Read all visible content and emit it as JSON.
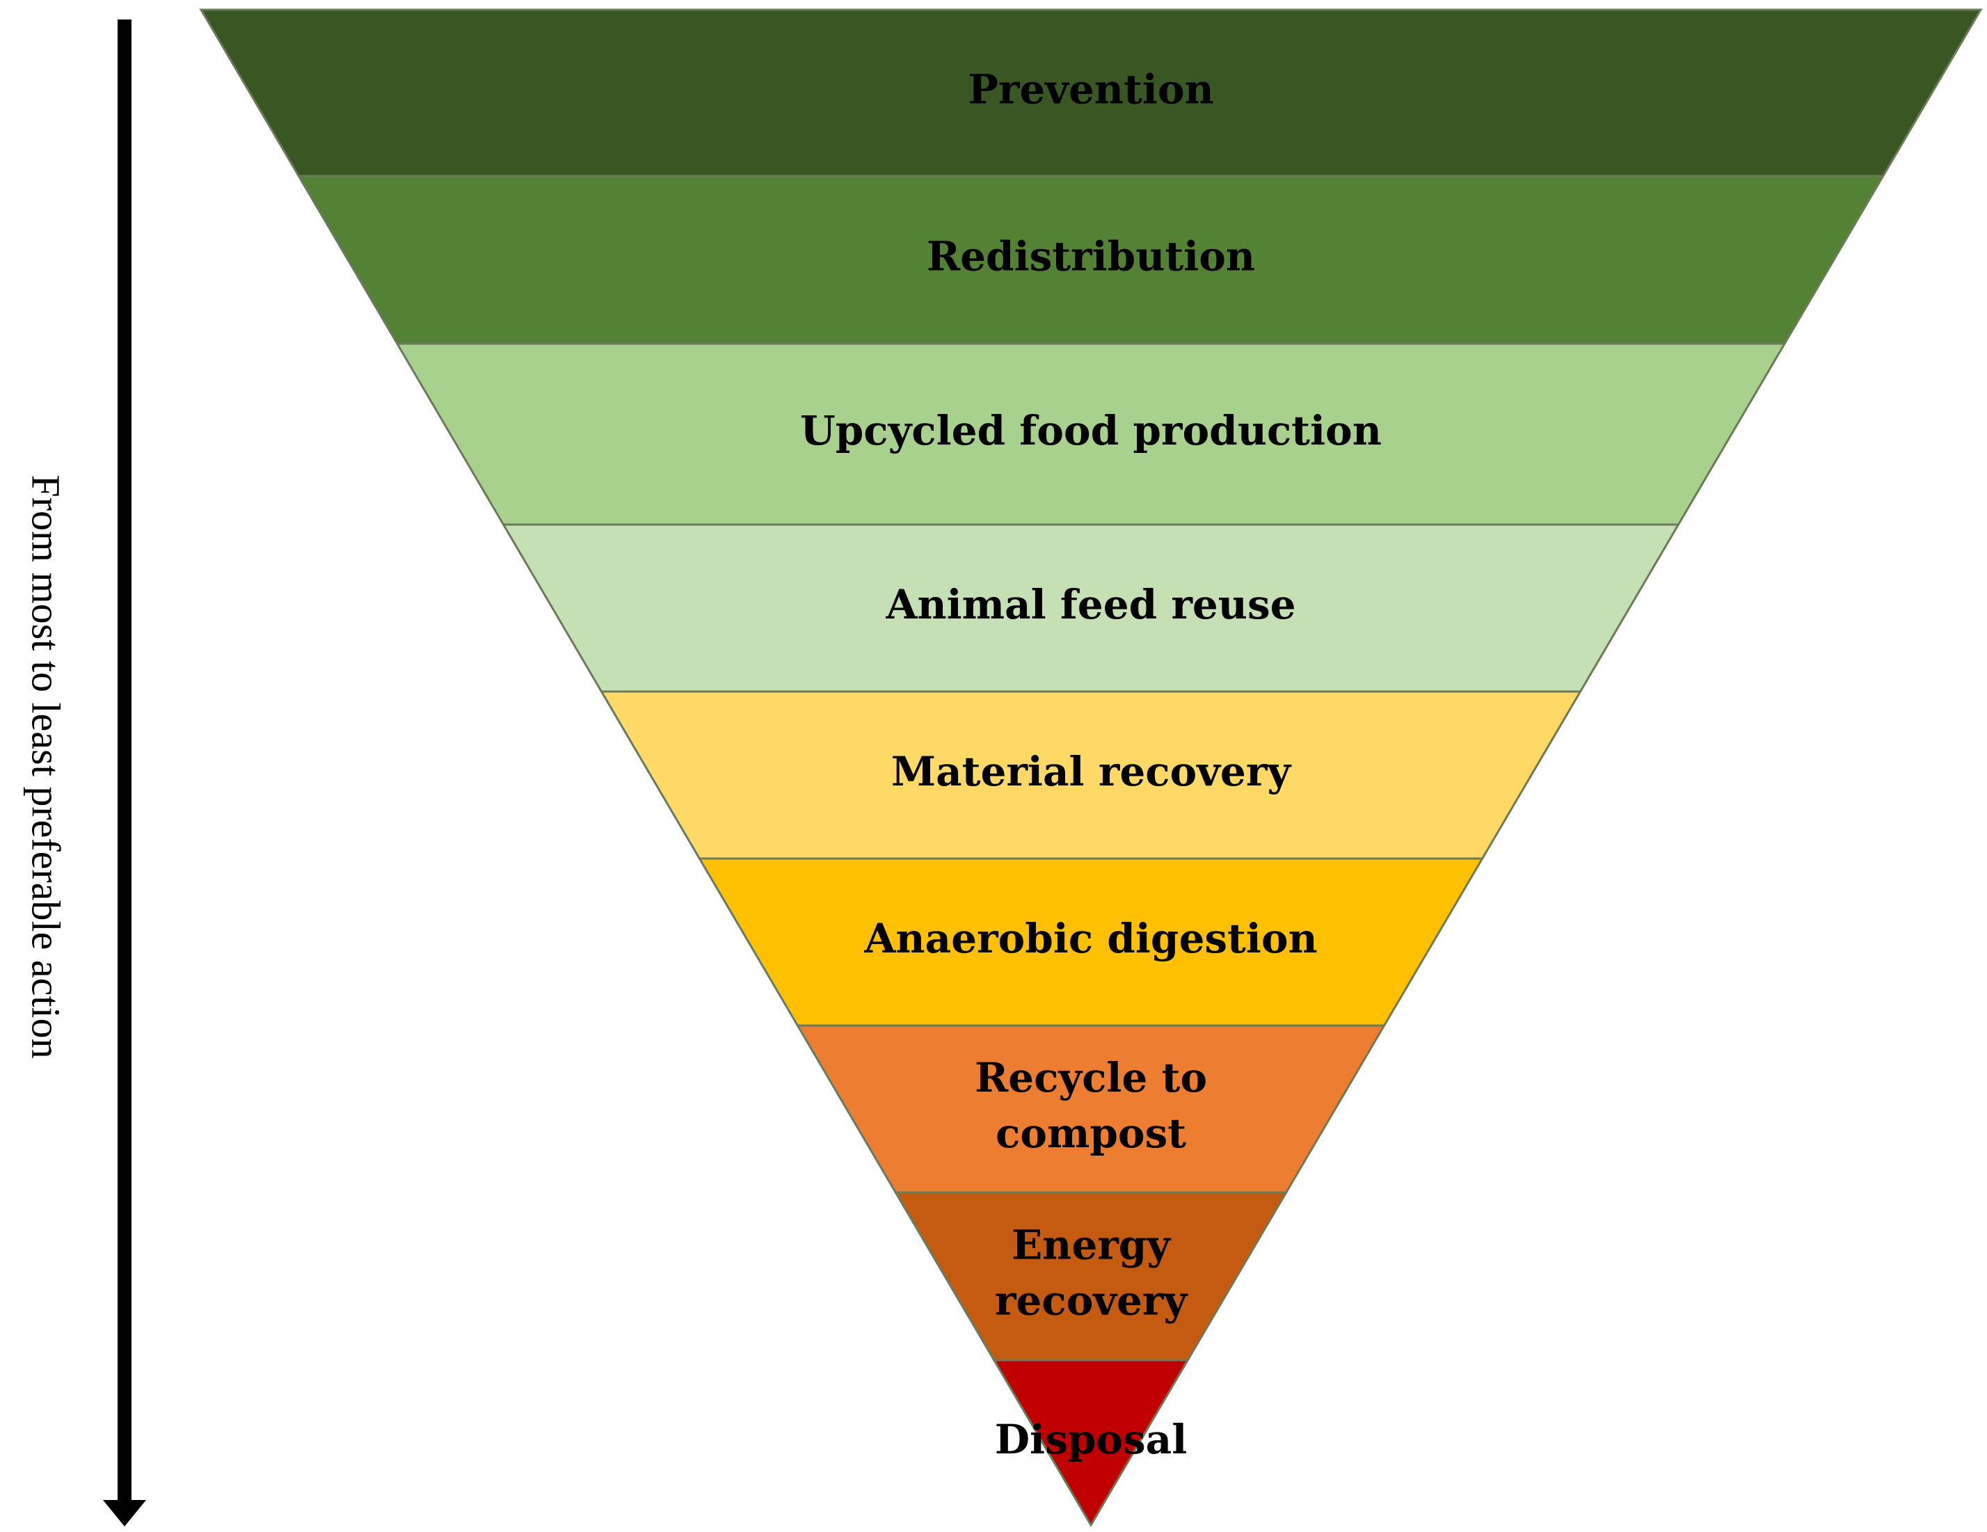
{
  "axis": {
    "label": "From most to least preferable action",
    "direction": "down"
  },
  "hierarchy": {
    "shape": "inverted-pyramid",
    "tiers": [
      {
        "lines": [
          "Prevention"
        ],
        "color": "#385723"
      },
      {
        "lines": [
          "Redistribution"
        ],
        "color": "#548235"
      },
      {
        "lines": [
          "Upcycled food production"
        ],
        "color": "#A9D18E"
      },
      {
        "lines": [
          "Animal feed reuse"
        ],
        "color": "#C5E0B4"
      },
      {
        "lines": [
          "Material recovery"
        ],
        "color": "#FFD966"
      },
      {
        "lines": [
          "Anaerobic digestion"
        ],
        "color": "#FFC000"
      },
      {
        "lines": [
          "Recycle to",
          "compost"
        ],
        "color": "#ED7D31"
      },
      {
        "lines": [
          "Energy",
          "recovery"
        ],
        "color": "#C55A11"
      },
      {
        "lines": [
          "Disposal"
        ],
        "color": "#C00000"
      }
    ]
  }
}
